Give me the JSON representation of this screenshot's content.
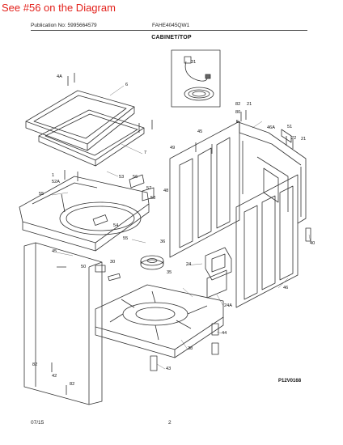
{
  "header": {
    "note": "See #56 on the Diagram",
    "publication": "Publication No: 5995664579",
    "model": "FAHE4045QW1",
    "section_title": "CABINET/TOP"
  },
  "footer": {
    "date": "07/15",
    "page": "2",
    "figure_code": "P12V0168"
  },
  "callouts": [
    "31",
    "4A",
    "6",
    "82",
    "21",
    "80",
    "5",
    "46A",
    "51",
    "22",
    "21",
    "45",
    "49",
    "7",
    "53",
    "48",
    "56",
    "1",
    "52A",
    "57",
    "55",
    "58",
    "54",
    "36",
    "55",
    "24",
    "46",
    "40",
    "45",
    "50",
    "30",
    "35",
    "24A",
    "44",
    "38",
    "43",
    "82",
    "42",
    "82"
  ],
  "colors": {
    "note": "#e3221c",
    "line": "#333333"
  }
}
